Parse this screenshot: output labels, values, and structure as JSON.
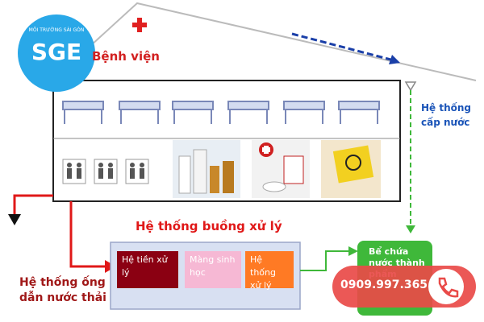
{
  "logo": {
    "acronym": "SGE",
    "tagline": "MÔI TRƯỜNG SÀI GÒN"
  },
  "labels": {
    "hospital": "Bệnh viện",
    "water_supply": "Hệ thống cấp nước",
    "treatment_system": "Hệ thống buồng xử lý",
    "drain_pipes": "Hệ thống ống dẫn nước thải"
  },
  "treatment_steps": [
    {
      "label": "Hệ tiền xử lý",
      "color": "#8b0012"
    },
    {
      "label": "Màng sinh học",
      "color": "#f6b8d4"
    },
    {
      "label": "Hệ thống xử lý",
      "color": "#ff7a24"
    }
  ],
  "tank": {
    "label": "Bể chứa nước thành phẩm",
    "color": "#3fb83a"
  },
  "hotline": {
    "number": "0909.997.365"
  },
  "icons": [
    "hospital-cross-icon",
    "hospital-bed-icon",
    "restroom-icon",
    "chemical-bottles-icon",
    "medicine-icon",
    "biohazard-bag-icon",
    "phone-icon"
  ],
  "colors": {
    "wastewater_arrow": "#e01818",
    "supply_arrow": "#3fb83a",
    "clean_arrow": "#1a3fa8"
  }
}
